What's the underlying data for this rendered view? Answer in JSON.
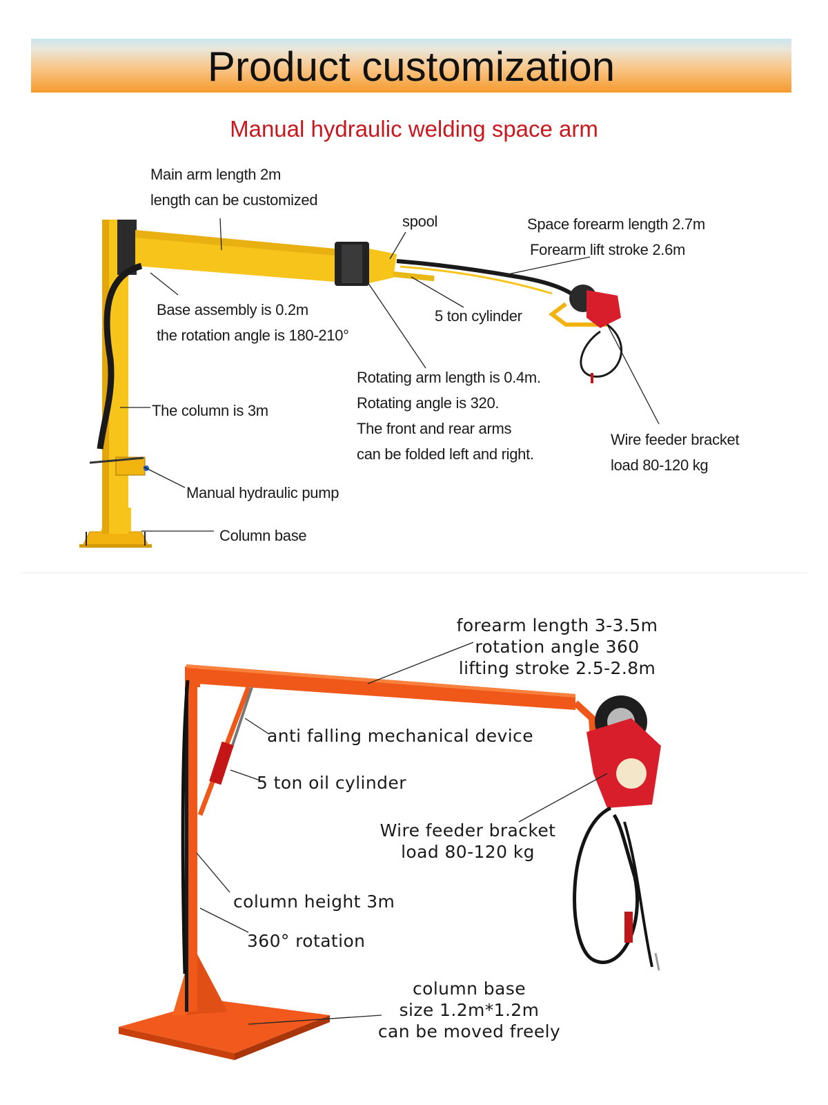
{
  "header": {
    "title": "Product customization"
  },
  "section_top": {
    "title": "Manual hydraulic welding space arm",
    "labels": {
      "main_arm_1": "Main arm length 2m",
      "main_arm_2": "length can be customized",
      "spool": "spool",
      "forearm_1": "Space forearm length 2.7m",
      "forearm_2": "Forearm lift stroke 2.6m",
      "base_assembly_1": "Base assembly is 0.2m",
      "base_assembly_2": "the rotation angle is 180-210°",
      "cylinder": "5 ton cylinder",
      "rotating_1": "Rotating arm length is 0.4m.",
      "rotating_2": "Rotating angle is 320.",
      "rotating_3": "The front and rear arms",
      "rotating_4": "can be folded left and right.",
      "column": "The column is 3m",
      "wire_feeder_1": "Wire feeder bracket",
      "wire_feeder_2": "load 80-120 kg",
      "pump": "Manual hydraulic pump",
      "column_base": "Column base"
    }
  },
  "section_bottom": {
    "labels": {
      "forearm_1": "forearm length 3-3.5m",
      "forearm_2": "rotation angle 360",
      "forearm_3": "lifting stroke 2.5-2.8m",
      "anti_falling": "anti falling mechanical device",
      "oil_cylinder": "5 ton oil cylinder",
      "wire_feeder_1": "Wire feeder bracket",
      "wire_feeder_2": "load 80-120 kg",
      "column_height": "column height 3m",
      "rotation": "360° rotation",
      "base_1": "column base",
      "base_2": "size 1.2m*1.2m",
      "base_3": "can be moved freely"
    }
  },
  "colors": {
    "banner_top": "#c9e6ee",
    "banner_bottom": "#f59a2d",
    "subtitle": "#c8181e",
    "yellow_arm": "#f5c21a",
    "orange_arm": "#f05a1e",
    "feeder_red": "#d81e2a"
  }
}
